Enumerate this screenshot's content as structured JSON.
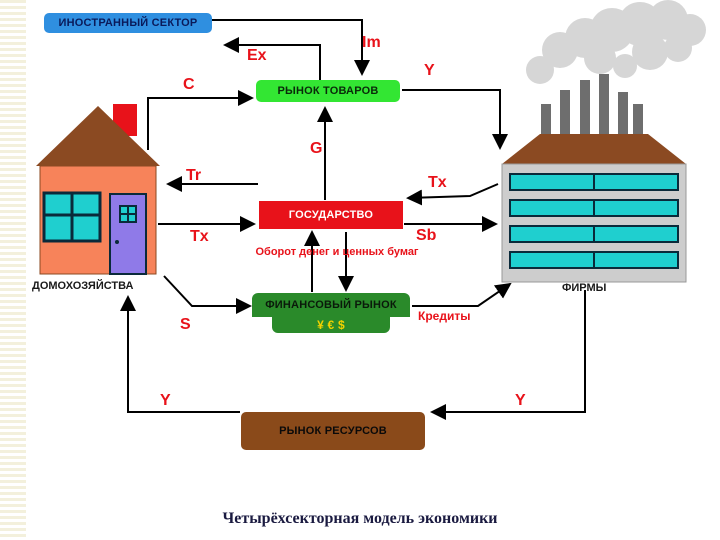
{
  "nodes": {
    "foreign_sector": "ИНОСТРАННЫЙ СЕКТОР",
    "goods_market": "РЫНОК ТОВАРОВ",
    "state": "ГОСУДАРСТВО",
    "financial_market": "ФИНАНСОВЫЙ РЫНОК",
    "currency_symbols": "¥ € $",
    "resource_market": "РЫНОК РЕСУРСОВ",
    "households": "ДОМОХОЗЯЙСТВА",
    "firms": "ФИРМЫ"
  },
  "flows": {
    "ex": "Ex",
    "im": "Im",
    "c": "C",
    "y_goods": "Y",
    "g": "G",
    "tr": "Tr",
    "tx_households": "Tx",
    "tx_firms": "Tx",
    "sb": "Sb",
    "money_circulation": "Оборот денег и ценных бумаг",
    "s": "S",
    "credits": "Кредиты",
    "y_resources_left": "Y",
    "y_resources_right": "Y"
  },
  "caption": "Четырёхсекторная модель экономики",
  "colors": {
    "foreign_sector": "#2f8fe0",
    "goods_market": "#33e633",
    "state": "#e8121a",
    "financial_market": "#2a8a2a",
    "resource_market": "#8a4a1a",
    "house_wall": "#f7835a",
    "roof": "#8b4a22",
    "flow_labels": "#e8121a",
    "arrows": "#000000"
  }
}
